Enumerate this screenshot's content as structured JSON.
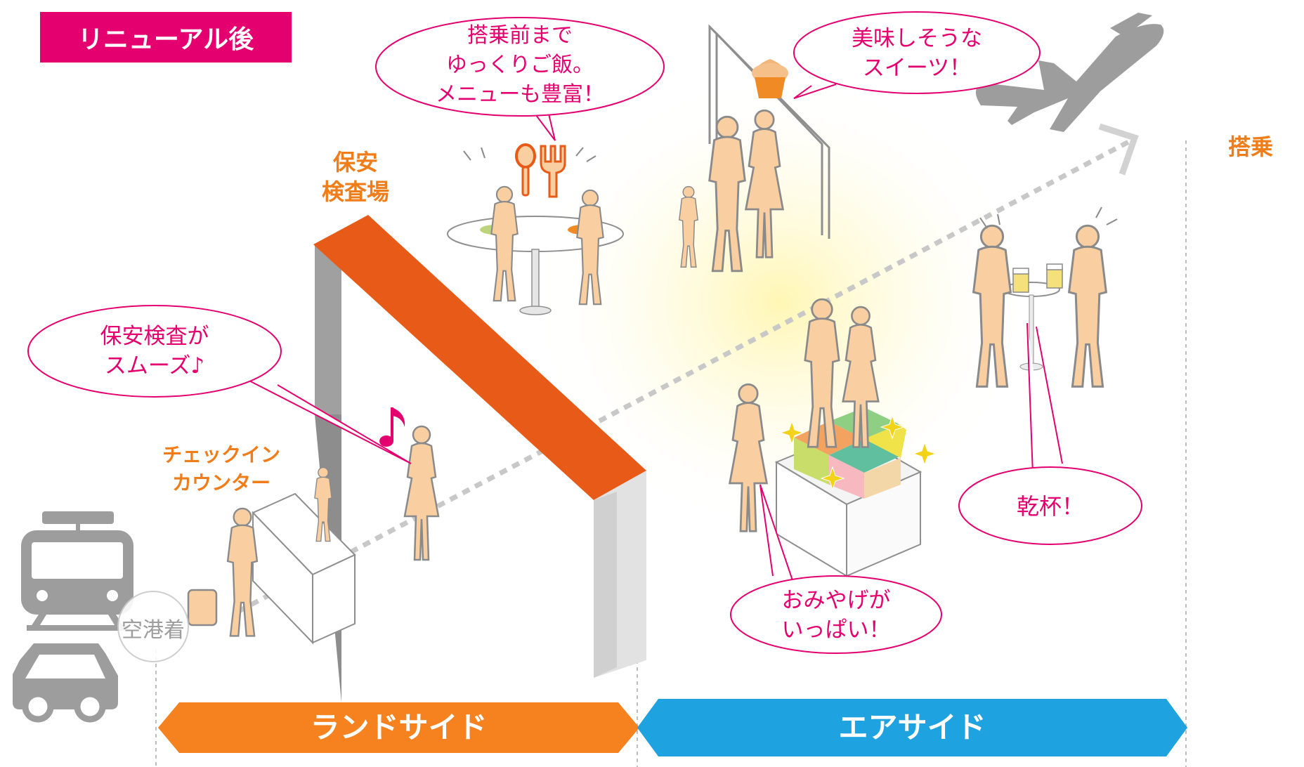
{
  "title_tag": "リニューアル後",
  "colors": {
    "accent_pink": "#e4006e",
    "landside_orange": "#f5821f",
    "airside_blue": "#1ea2e0",
    "gate_orange": "#e85a17",
    "people_fill": "#f9cfa1",
    "icon_gray": "#9d9d9d"
  },
  "labels": {
    "security": "保安\n検査場",
    "checkin": "チェックイン\nカウンター",
    "boarding": "搭乗",
    "arrival": "空港着"
  },
  "bubbles": {
    "meal": [
      "搭乗前まで",
      "ゆっくりご飯。",
      "メニューも豊富！"
    ],
    "sweets": [
      "美味しそうな",
      "スイーツ！"
    ],
    "security": [
      "保安検査が",
      "スムーズ♪"
    ],
    "toast": [
      "乾杯！"
    ],
    "souvenir": [
      "おみやげが",
      "いっぱい！"
    ]
  },
  "bands": {
    "landside": "ランドサイド",
    "airside": "エアサイド"
  },
  "icons": [
    "train-icon",
    "car-icon",
    "airplane-icon",
    "music-note-icon",
    "spoon-icon",
    "fork-icon",
    "cupcake-icon",
    "beer-mug-icon",
    "sparkle-icon"
  ]
}
